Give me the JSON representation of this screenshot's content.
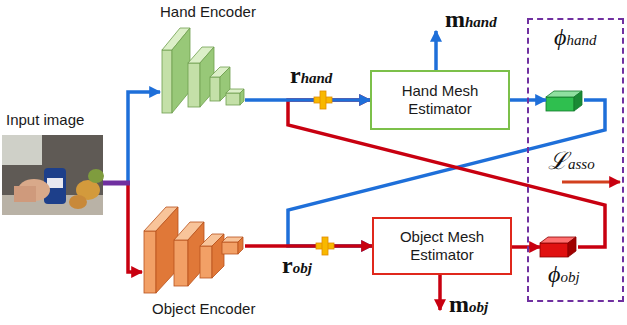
{
  "diagram": {
    "nodes": [
      {
        "text": [
          "Input image"
        ]
      },
      {
        "text": [
          "Hand Encoder"
        ]
      },
      {
        "text": [
          "Object Encoder"
        ]
      },
      {
        "text": [
          "Hand Mesh Estimator"
        ]
      },
      {
        "text": [
          "Object Mesh Estimator"
        ]
      },
      {
        "text": [
          "ℒasso"
        ]
      },
      {
        "text": [
          "ϕhand"
        ],
        "in": 5
      },
      {
        "text": [
          "ϕobj"
        ],
        "in": 5
      }
    ],
    "edges": [
      {
        "from": 0,
        "to": 1,
        "arrow": "to"
      },
      {
        "from": 0,
        "to": 2,
        "arrow": "to"
      },
      {
        "from": 6,
        "to": 4,
        "arrow": "to"
      },
      {
        "from": 7,
        "to": 3,
        "arrow": "to"
      },
      {
        "from": 1,
        "to": 3,
        "label": "rhand",
        "arrow": "to"
      },
      {
        "from": 2,
        "to": 4,
        "label": "robj",
        "arrow": "to"
      },
      {
        "from": 3,
        "to": 6,
        "arrow": "to"
      },
      {
        "from": 4,
        "to": 7,
        "arrow": "to"
      }
    ],
    "labels": [
      "mhand",
      "mobj"
    ]
  }
}
